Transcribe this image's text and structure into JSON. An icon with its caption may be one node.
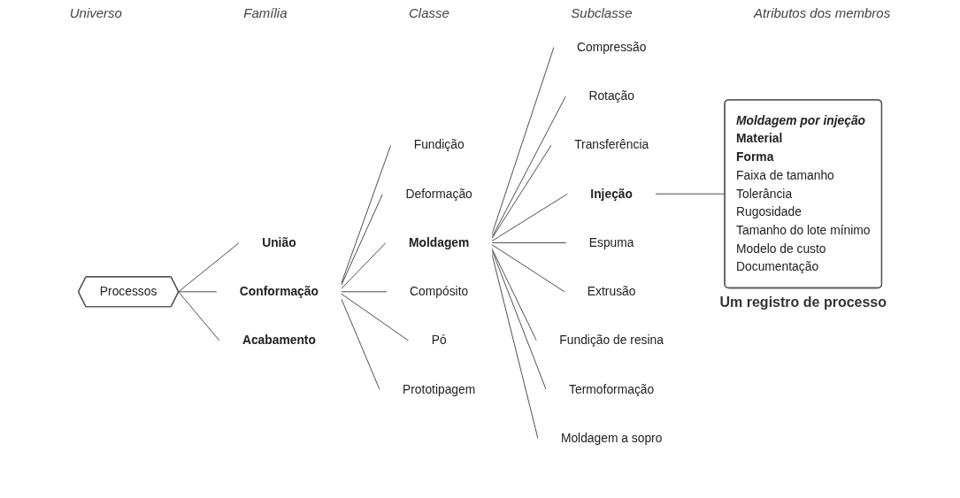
{
  "diagram": {
    "nodes": [
      {
        "text": [
          "Processos"
        ]
      },
      {
        "text": [
          "União"
        ]
      },
      {
        "text": [
          "Conformação"
        ]
      },
      {
        "text": [
          "Acabamento"
        ]
      },
      {
        "text": [
          "Fundição"
        ]
      },
      {
        "text": [
          "Deformação"
        ]
      },
      {
        "text": [
          "Moldagem"
        ]
      },
      {
        "text": [
          "Compósito"
        ]
      },
      {
        "text": [
          "Pó"
        ]
      },
      {
        "text": [
          "Prototipagem"
        ]
      },
      {
        "text": [
          "Compressão"
        ]
      },
      {
        "text": [
          "Rotação"
        ]
      },
      {
        "text": [
          "Transferência"
        ]
      },
      {
        "text": [
          "Injeção"
        ]
      },
      {
        "text": [
          "Espuma"
        ]
      },
      {
        "text": [
          "Extrusão"
        ]
      },
      {
        "text": [
          "Fundição de resina"
        ]
      },
      {
        "text": [
          "Termoformação"
        ]
      },
      {
        "text": [
          "Moldagem a sopro"
        ]
      },
      {
        "text": [
          "Moldagem por injeção",
          "Material",
          "Forma",
          "Faixa de tamanho",
          "Tolerância",
          "Rugosidade",
          "Tamanho do lote mínimo",
          "Modelo de custo",
          "Documentação"
        ],
        "beside": [
          "Um registro de processo"
        ]
      }
    ],
    "edges": [
      {
        "from": 0,
        "to": 1,
        "arrow": "none"
      },
      {
        "from": 0,
        "to": 2,
        "arrow": "none"
      },
      {
        "from": 0,
        "to": 3,
        "arrow": "none"
      },
      {
        "from": 2,
        "to": 4,
        "arrow": "none"
      },
      {
        "from": 2,
        "to": 5,
        "arrow": "none"
      },
      {
        "from": 2,
        "to": 6,
        "arrow": "none"
      },
      {
        "from": 2,
        "to": 7,
        "arrow": "none"
      },
      {
        "from": 2,
        "to": 8,
        "arrow": "none"
      },
      {
        "from": 2,
        "to": 9,
        "arrow": "none"
      },
      {
        "from": 6,
        "to": 10,
        "arrow": "none"
      },
      {
        "from": 6,
        "to": 11,
        "arrow": "none"
      },
      {
        "from": 6,
        "to": 12,
        "arrow": "none"
      },
      {
        "from": 6,
        "to": 13,
        "arrow": "none"
      },
      {
        "from": 6,
        "to": 14,
        "arrow": "none"
      },
      {
        "from": 6,
        "to": 15,
        "arrow": "none"
      },
      {
        "from": 6,
        "to": 16,
        "arrow": "none"
      },
      {
        "from": 6,
        "to": 17,
        "arrow": "none"
      },
      {
        "from": 6,
        "to": 18,
        "arrow": "none"
      },
      {
        "from": 13,
        "to": 19,
        "arrow": "none"
      }
    ],
    "labels": [
      "Universo",
      "Família",
      "Classe",
      "Subclasse",
      "Atributos dos membros"
    ]
  }
}
